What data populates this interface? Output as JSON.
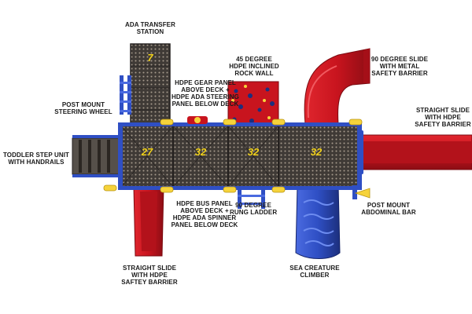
{
  "colors": {
    "deck": "#3f3a36",
    "deck_edge": "#262220",
    "number": "#f2d21a",
    "red": "#c8141e",
    "red_dark": "#8d0d14",
    "blue": "#2f4fc4",
    "blue_dark": "#1c2f7d",
    "yellow": "#f6d33b",
    "steel": "#a8adb3"
  },
  "deck_numbers": {
    "tower": "7",
    "deck_1": "27",
    "deck_2": "32",
    "deck_3": "32",
    "deck_4": "32"
  },
  "labels": {
    "ada_transfer": [
      "ADA TRANSFER",
      "STATION"
    ],
    "gear_panel": [
      "HDPE GEAR PANEL",
      "ABOVE DECK +",
      "HDPE ADA STEERING",
      "PANEL BELOW DECK"
    ],
    "rock_wall": [
      "45 DEGREE",
      "HDPE INCLINED",
      "ROCK WALL"
    ],
    "slide_90": [
      "90 DEGREE SLIDE",
      "WITH METAL",
      "SAFETY BARRIER"
    ],
    "steering_wheel": [
      "POST MOUNT",
      "STEERING WHEEL"
    ],
    "straight_slide_right": [
      "STRAIGHT SLIDE",
      "WITH HDPE",
      "SAFETY BARRIER"
    ],
    "toddler_step": [
      "TODDLER STEP UNIT",
      "WITH HANDRAILS"
    ],
    "bus_panel": [
      "HDPE BUS PANEL",
      "ABOVE DECK +",
      "HDPE ADA SPINNER",
      "PANEL BELOW DECK"
    ],
    "rung_ladder": [
      "90 DEGREE",
      "RUNG LADDER"
    ],
    "abdominal_bar": [
      "POST MOUNT",
      "ABDOMINAL BAR"
    ],
    "straight_slide_bottom": [
      "STRAIGHT SLIDE",
      "WITH HDPE",
      "SAFTEY BARRIER"
    ],
    "sea_creature": [
      "SEA CREATURE",
      "CLIMBER"
    ]
  }
}
